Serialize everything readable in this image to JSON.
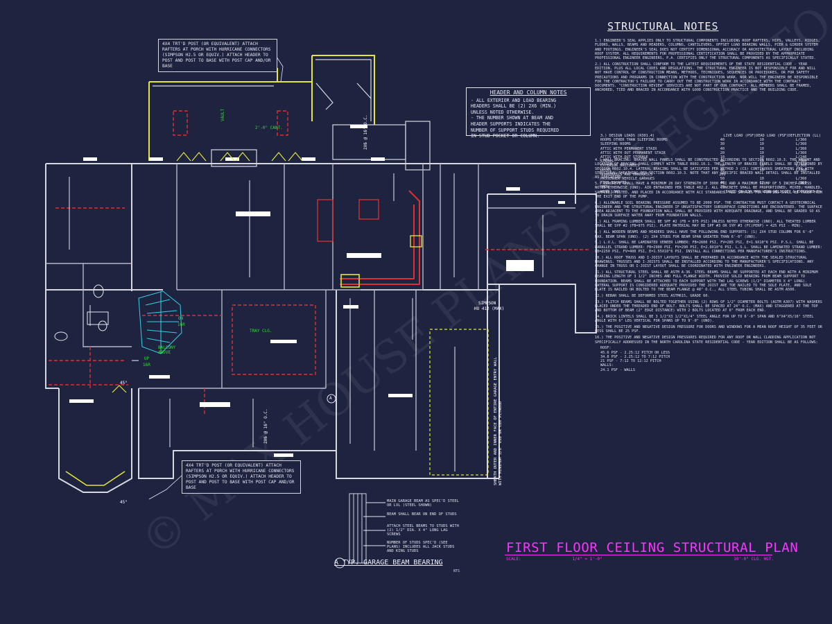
{
  "drawing_title": "FIRST FLOOR CEILING STRUCTURAL PLAN",
  "scale_label": "SCALE:",
  "scale_value": "1/4\" = 1'-0\"",
  "ceiling_height": "10'-0\" CLG. HGT.",
  "notes_title": "STRUCTURAL NOTES",
  "header_column_notes": {
    "title": "HEADER AND COLUMN NOTES",
    "lines": [
      "- ALL EXTERIOR AND LOAD BEARING",
      "HEADERS SHALL BE (2) 2x6 (MIN.)",
      "UNLESS NOTED OTHERWISE.",
      "- THE NUMBER SHOWN AT BEAM AND",
      "HEADER SUPPORTS INDICATES THE",
      "NUMBER OF SUPPORT STUDS REQUIRED",
      "IN STUD POCKET OR COLUMN."
    ]
  },
  "porch_note_top": "4x4 TRT'D POST (OR EQUIVALENT) ATTACH RAFTERS AT PORCH WITH HURRICANE CONNECTORS (SIMPSON H2.5 OR EQUIV.) ATTACH HEADER TO POST AND POST TO BASE WITH POST CAP AND/OR BASE",
  "porch_note_bottom": "4x4 TRT'D POST (OR EQUIVALENT) ATTACH RAFTERS AT PORCH WITH HURRICANE CONNECTORS (SIMPSON H2.5 OR EQUIV.) ATTACH HEADER TO POST AND POST TO BASE WITH POST CAP AND/OR BASE",
  "plan_labels": {
    "vault": "VAULT",
    "cant": "2'-0\" CANT.",
    "oc_top": "2x6 @ 16\" O.C.",
    "oc_bottom": "2x6 @ 16\" O.C.",
    "trey": "TRAY CLG.",
    "on": "ON",
    "ratio1": "16R",
    "balcony": "BALCONY ABOVE",
    "up": "UP",
    "ratio2": "16R",
    "angle1": "45°",
    "angle2": "45°",
    "simpson": "SIMPSON",
    "simpson_detail": "HU 412 (MAX)",
    "sheath": "SHEATH OUTER AND INNER FACE OF ENTIRE GARAGE ENTRY WALL WITH MINIMUM 3/8\" OSB OR CDX PLYWOOD",
    "detail_marker": "A"
  },
  "detail": {
    "title": "A TYP. GARAGE BEAM BEARING",
    "nts": "NTS",
    "legend": [
      "MAIN GARAGE BEAM AS SPEC'D STEEL OR LVL (STEEL SHOWN)",
      "BEAM SHALL BEAR ON END OF STUDS",
      "ATTACH STEEL BEAMS TO STUDS WITH (2) 1/2\" DIA. x 4\" LONG LAG SCREWS",
      "NUMBER OF STUDS SPEC'D (SEE PLANS) INCLUDES ALL JACK STUDS AND KING STUDS"
    ]
  },
  "structural_notes": [
    "1.) ENGINEER'S SEAL APPLIES ONLY TO STRUCTURAL COMPONENTS INCLUDING ROOF RAFTERS, HIPS, VALLEYS, RIDGES, FLOORS, WALLS, BEAMS AND HEADERS, COLUMNS, CANTILEVERS, OFFSET LOAD BEARING WALLS, PIER & GIRDER SYSTEM AND FOOTINGS. ENGINEER'S SEAL DOES NOT CERTIFY DIMENSIONAL ACCURACY OR ARCHITECTURAL LAYOUT INCLUDING ROOF SYSTEM. ALL REQUIREMENTS FOR PROFESSIONAL CERTIFICATION SHALL BE PROVIDED BY THE APPROPRIATE PROFESSIONAL ENGINEER ENGINEERS, P.A. CERTIFIES ONLY THE STRUCTURAL COMPONENTS AS SPECIFICALLY STATED.",
    "2.) ALL CONSTRUCTION SHALL CONFORM TO THE LATEST REQUIREMENTS OF THE STATE RESIDENTIAL CODE - YEAR EDITION, PLUS ALL LOCAL CODES AND REGULATIONS. THE STRUCTURAL ENGINEER IS NOT RESPONSIBLE FOR AND WILL NOT HAVE CONTROL OF CONSTRUCTION MEANS, METHODS, TECHNIQUES, SEQUENCES OR PROCEDURES, OR FOR SAFETY PRECAUTIONS AND PROGRAMS IN CONNECTION WITH THE CONSTRUCTION WORK. NOR WILL THE ENGINEER BE RESPONSIBLE FOR THE CONTRACTOR'S FAILURE TO CARRY OUT THE CONSTRUCTION WORK IN ACCORDANCE WITH THE CONTRACT DOCUMENTS. \"CONSTRUCTION REVIEW\" SERVICES ARE NOT PART OF OUR CONTRACT. ALL MEMBERS SHALL BE FRAMED, ANCHORED, TIED AND BRACED IN ACCORDANCE WITH GOOD CONSTRUCTION PRACTICE AND THE BUILDING CODE.",
    "4.) WALL BRACING: BRACED WALL PANELS SHALL BE CONSTRUCTED ACCORDING TO SECTION R602.10.3. THE AMOUNT AND LOCATION OF BRACING SHALL COMPLY WITH TABLE R602.10.1. THE LENGTH OF BRACED PANELS SHALL BE DETERMINED BY SECTION R602.10.4. LATERAL BRACING SHALL BE SATISFIED PER METHOD 3 (CS) CONTINUOUS SHEATHING PER WITH STRUCTURAL SHEATHING PER SECTION R602.10.3. NOTE THAT ANY SPECIFIC BRACED WALL DETAIL SHALL BE INSTALLED AS SPECIFIED.",
    "5.) CONCRETE SHALL HAVE A MINIMUM 28 DAY STRENGTH OF 3000 PSI AND A MAXIMUM SLUMP OF 5 INCHES UNLESS NOTED OTHERWISE (UNO). AIR ENTRAINED PER TABLE 402.2. ALL CONCRETE SHALL BE PROPORTIONED, MIXED, HANDLED, SAMPLED, TESTED, AND PLACED IN ACCORDANCE WITH ACI STANDARDS. ALL SAMPLES FOR PUMPING SHALL BE TAKEN FROM THE EXIT END OF THE PUMP.",
    "6.) ALLOWABLE SOIL BEARING PRESSURE ASSUMED TO BE 2000 PSF. THE CONTRACTOR MUST CONTACT A GEOTECHNICAL ENGINEER AND THE STRUCTURAL ENGINEER IF UNSATISFACTORY SUBSURFACE CONDITIONS ARE ENCOUNTERED. THE SURFACE AREA ADJACENT TO THE FOUNDATION WALL SHALL BE PROVIDED WITH ADEQUATE DRAINAGE, AND SHALL BE GRADED SO AS TO DRAIN SURFACE WATER AWAY FROM FOUNDATION WALLS.",
    "7.) ALL FRAMING LUMBER SHALL BE SPF #2 (Fb = 875 PSI) UNLESS NOTED OTHERWISE (UNO). ALL TREATED LUMBER SHALL BE SYP #2 (Fb=975 PSI). PLATE MATERIAL MAY BE SPF #3 OR SYP #3 (Fc(perp) = 425 PSI - MIN).",
    "8.) ALL WOODEN BEAMS AND HEADERS SHALL HAVE THE FOLLOWING END SUPPORTS: (1) 2x4 STUD COLUMN FOR 6'-0\" MAX. BEAM SPAN (UNO). (2) 2x4 STUDS FOR BEAM SPAN GREATER THAN 6'-0\" (UNO).",
    "9.) L.V.L. SHALL BE LAMINATED VENEER LUMBER: Fb=2600 PSI, Fv=285 PSI, E=1.9x10^6 PSI. P.S.L. SHALL BE PARALLEL STRAND LUMBER: Fb=2900 PSI, Fv=290 PSI, E=2.0x10^6 PSI. L.S.L. SHALL BE LAMINATED STRAND LUMBER: Fb=2250 PSI, Fv=400 PSI, E=1.55x10^6 PSI. INSTALL ALL CONNECTIONS PER MANUFACTURER'S INSTRUCTIONS.",
    "10.) ALL ROOF TRUSS AND I-JOIST LAYOUTS SHALL BE PREPARED IN ACCORDANCE WITH THE SEALED STRUCTURAL DRAWINGS. TRUSSES AND I-JOISTS SHALL BE INSTALLED ACCORDING TO THE MANUFACTURER'S SPECIFICATIONS. ANY CHANGE IN TRUSS OR I-JOIST LAYOUT SHALL BE COORDINATED WITH ENGINEER ENGINEERS.",
    "11.) ALL STRUCTURAL STEEL SHALL BE ASTM A-36. STEEL BEAMS SHALL BE SUPPORTED AT EACH END WITH A MINIMUM BEARING LENGTH OF 3 1/2\" INCHES AND FULL FLANGE WIDTH. PROVIDE SOLID BEARING FROM BEAM SUPPORT TO FOUNDATION. BEAMS SHALL BE ATTACHED TO EACH SUPPORT WITH TWO LAG SCREWS (1/2\" DIAMETER x 4\" LONG). LATERAL SUPPORT IS CONSIDERED ADEQUATE PROVIDED THE JOIST ARE TOE NAILED TO THE SOLE PLATE, AND SOLE PLATE IS NAILED OR BOLTED TO THE BEAM FLANGE @ 48\" O.C., ALL STEEL TUBING SHALL BE ASTM A500.",
    "12.) REBAR SHALL BE DEFORMED STEEL ASTM615, GRADE 60.",
    "13.) FLITCH BEAMS SHALL BE BOLTED TOGETHER USING (2) ROWS OF 1/2\" DIAMETER BOLTS (ASTM A307) WITH WASHERS PLACED UNDER THE THREADED END OF BOLT. BOLTS SHALL BE SPACED AT 24\" O.C. (MAX) AND STAGGERED AT THE TOP AND BOTTOM OF BEAM (2\" EDGE DISTANCE) WITH 2 BOLTS LOCATED AT 6\" FROM EACH END.",
    "14.) BRICK LINTELS SHALL BE 3 1/2\"x3 1/2\"x1/4\" STEEL ANGLE FOR UP TO 6'-0\" SPAN AND 6\"x4\"x5/16\" STEEL ANGLE WITH 6\" LEG VERTICAL FOR SPANS UP TO 9'-0\" (UNO).",
    "15.) THE POSITIVE AND NEGATIVE DESIGN PRESSURE FOR DOORS AND WINDOWS FOR A MEAN ROOF HEIGHT OF 35 FEET OR LESS SHALL BE 25 PSF.",
    "16.) THE POSITIVE AND NEGATIVE DESIGN PRESSURES REQUIRED FOR ANY ROOF OR WALL CLADDING APPLICATION NOT SPECIFICALLY ADDRESSED IN THE NORTH CAROLINA STATE RESIDENTIAL CODE - YEAR EDITION SHALL BE AS FOLLOWS:"
  ],
  "pressure_lines": [
    "ROOF:",
    "45.6 PSF - 2.25:12 PITCH OR LESS",
    "34.8 PSF - 2.25:12 TO 7:12 PITCH",
    "21 PSF - 7:12 TO 12:12 PITCH",
    "WALLS:",
    "24.1 PSF - WALLS"
  ],
  "design_loads": {
    "heading": "3.) DESIGN LOADS (R301.4)",
    "col_headers": [
      "LIVE LOAD (PSF)",
      "DEAD LOAD (PSF)",
      "DEFLECTION (LL)"
    ],
    "rows": [
      [
        "ROOMS OTHER THAN SLEEPING ROOMS",
        "40",
        "10",
        "L/360"
      ],
      [
        "SLEEPING ROOMS",
        "30",
        "10",
        "L/360"
      ],
      [
        "ATTIC WITH PERMANENT STAIR",
        "40",
        "10",
        "L/360"
      ],
      [
        "ATTIC WITH OUT PERMANENT STAIR",
        "20",
        "10",
        "L/360"
      ],
      [
        "ATTIC WITH OUT STORAGE",
        "10",
        "10",
        "L/240"
      ],
      [
        "STAIRS",
        "40",
        "10",
        "L/360"
      ],
      [
        "EXTERIOR BALCONIES",
        "60",
        "10",
        "L/360"
      ],
      [
        "DECKS",
        "40",
        "10",
        "L/360"
      ],
      [
        "GUARDRAILS AND HANDRAILS",
        "200",
        "",
        ""
      ],
      [
        "PASSENGER VEHICLE GARAGES",
        "50",
        "10",
        "L/360"
      ],
      [
        "FIRE ESCAPES",
        "40",
        "10",
        "L/360"
      ],
      [
        "SNOW",
        "20",
        "",
        "----"
      ],
      [
        "WIND LOAD",
        "(BASED ON 130 MPH WIND VELOCITY & EXPOSURE B)",
        "",
        ""
      ]
    ]
  },
  "watermark": "© MAX HOUSE PLANS - ILLEGAL TO USE FOR CONSTRUCTION",
  "colors": {
    "background": "#1e2340",
    "wall": "#d8d8e0",
    "joist": "#ffffff",
    "beam_red": "#e03030",
    "porch_yellow": "#e6e63c",
    "stair_cyan": "#34d1e6",
    "title_magenta": "#ff33ff",
    "label_green": "#33dd33"
  }
}
